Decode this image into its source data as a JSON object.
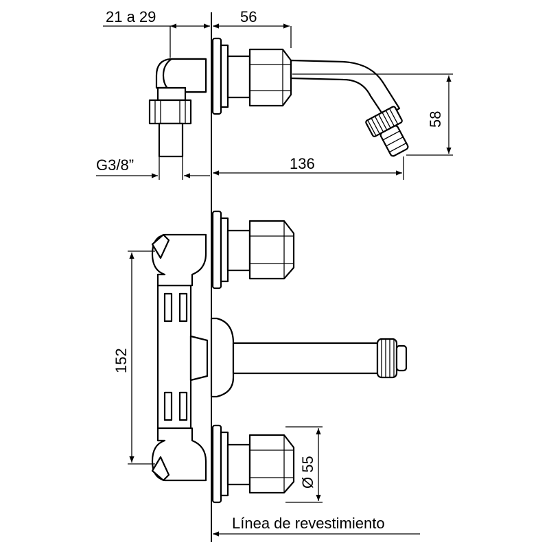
{
  "dimensions": {
    "wall_offset": "21 a 29",
    "valve_projection": "56",
    "spout_drop": "58",
    "spout_reach": "136",
    "inlet_thread": "G3/8”",
    "centers": "152",
    "handle_diameter": "Ø 55"
  },
  "labels": {
    "wall_line": "Línea de revestimiento"
  }
}
